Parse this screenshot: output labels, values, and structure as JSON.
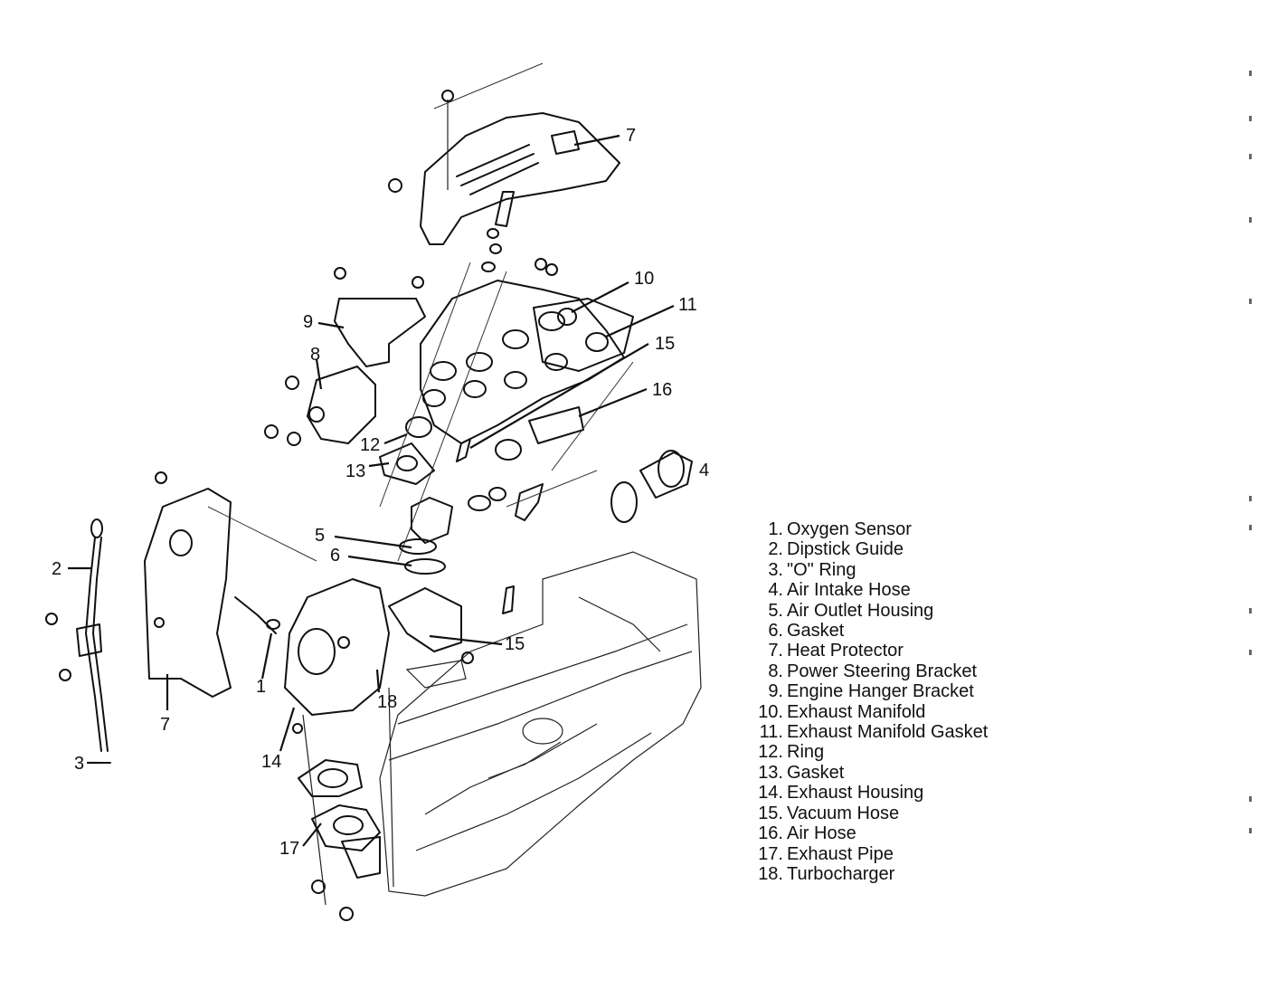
{
  "callouts": {
    "c1": "1",
    "c2": "2",
    "c3": "3",
    "c4": "4",
    "c5": "5",
    "c6": "6",
    "c7a": "7",
    "c7b": "7",
    "c8": "8",
    "c9": "9",
    "c10": "10",
    "c11": "11",
    "c12": "12",
    "c13": "13",
    "c14": "14",
    "c15a": "15",
    "c15b": "15",
    "c16": "16",
    "c17": "17",
    "c18": "18"
  },
  "legend": [
    {
      "num": "1.",
      "label": "Oxygen Sensor"
    },
    {
      "num": "2.",
      "label": "Dipstick Guide"
    },
    {
      "num": "3.",
      "label": "\"O\" Ring"
    },
    {
      "num": "4.",
      "label": "Air Intake Hose"
    },
    {
      "num": "5.",
      "label": "Air Outlet Housing"
    },
    {
      "num": "6.",
      "label": "Gasket"
    },
    {
      "num": "7.",
      "label": "Heat Protector"
    },
    {
      "num": "8.",
      "label": "Power Steering Bracket"
    },
    {
      "num": "9.",
      "label": "Engine Hanger Bracket"
    },
    {
      "num": "10.",
      "label": "Exhaust Manifold"
    },
    {
      "num": "11.",
      "label": "Exhaust Manifold Gasket"
    },
    {
      "num": "12.",
      "label": "Ring"
    },
    {
      "num": "13.",
      "label": "Gasket"
    },
    {
      "num": "14.",
      "label": "Exhaust Housing"
    },
    {
      "num": "15.",
      "label": "Vacuum Hose"
    },
    {
      "num": "16.",
      "label": "Air Hose"
    },
    {
      "num": "17.",
      "label": "Exhaust Pipe"
    },
    {
      "num": "18.",
      "label": "Turbocharger"
    }
  ]
}
